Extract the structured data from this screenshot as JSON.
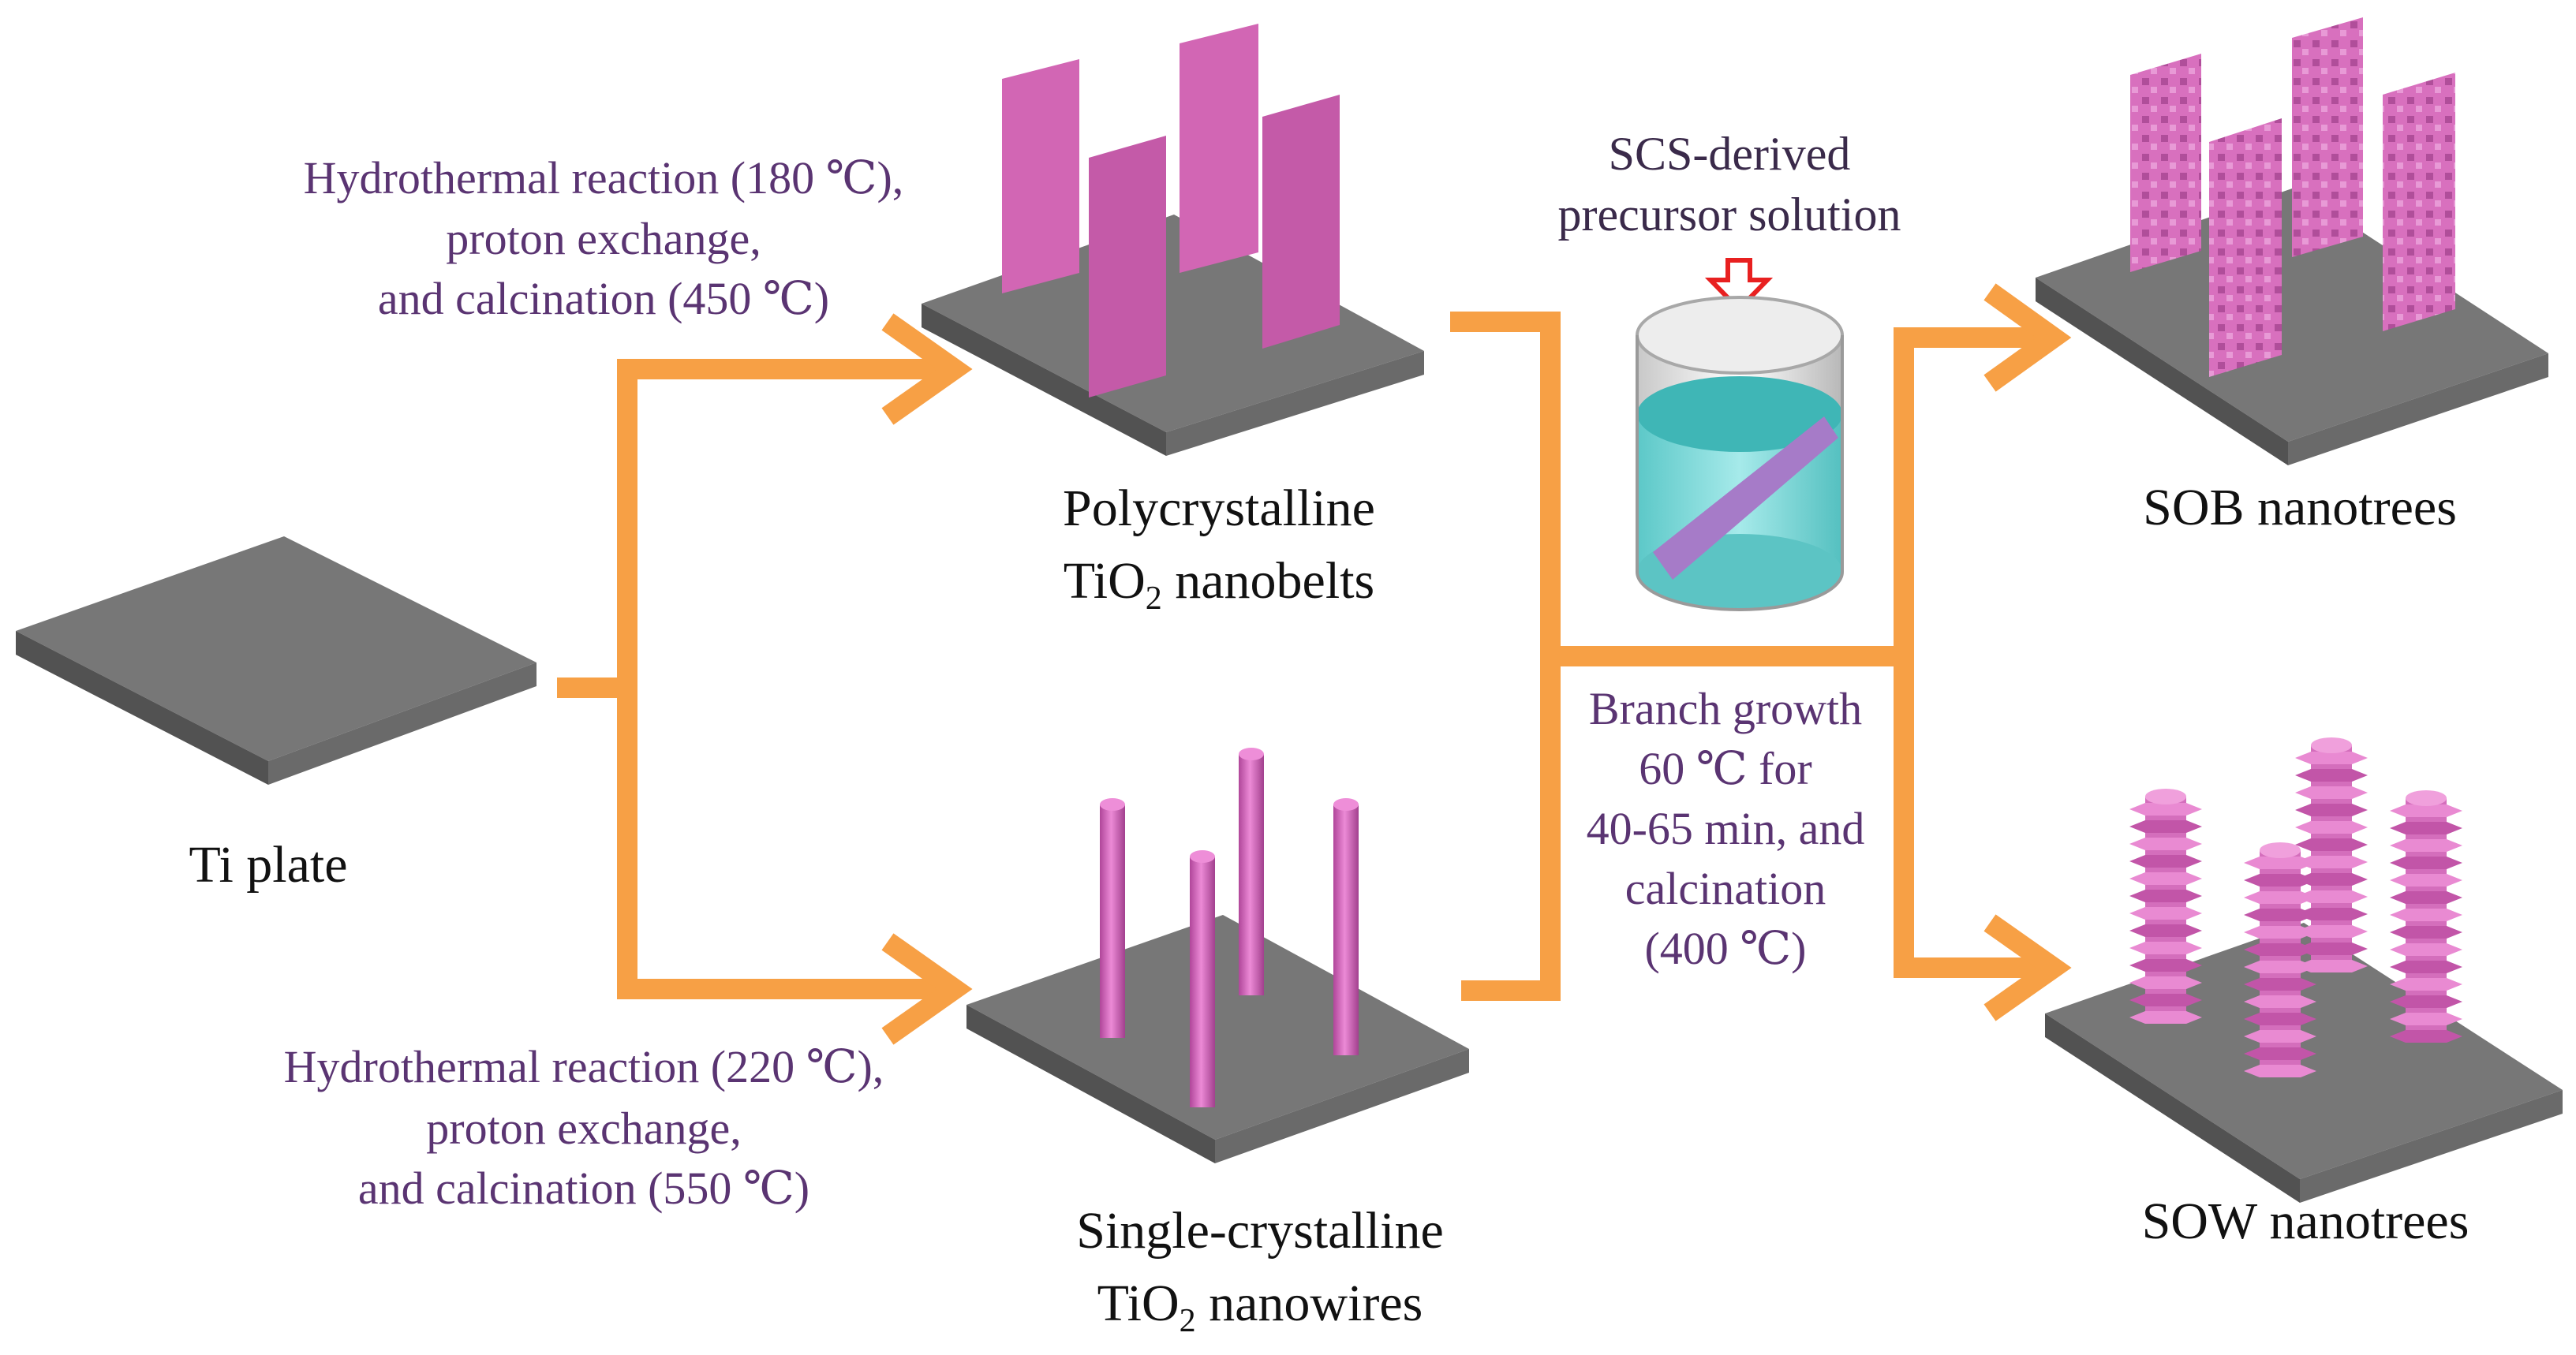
{
  "labels": {
    "ti_plate": "Ti plate",
    "nanobelts_line1": "Polycrystalline",
    "nanobelts_line2_pre": "TiO",
    "nanobelts_line2_sub": "2",
    "nanobelts_line2_post": " nanobelts",
    "nanowires_line1": "Single-crystalline",
    "nanowires_line2_pre": "TiO",
    "nanowires_line2_sub": "2",
    "nanowires_line2_post": " nanowires",
    "sob": "SOB nanotrees",
    "sow": "SOW nanotrees"
  },
  "conditions": {
    "top": [
      "Hydrothermal reaction (180 ℃),",
      "proton exchange,",
      "and calcination (450 ℃)"
    ],
    "bottom": [
      "Hydrothermal reaction (220 ℃),",
      "proton exchange,",
      "and calcination (550 ℃)"
    ],
    "branch": [
      "Branch growth",
      "60 ℃ for",
      "40-65 min, and",
      "calcination",
      "(400 ℃)"
    ]
  },
  "precursor": [
    "SCS-derived",
    "precursor solution"
  ],
  "colors": {
    "arrow": "#f7a045",
    "plate_top": "#777777",
    "plate_side": "#5a5a5a",
    "nanostructure": "#d266b4",
    "beaker_liquid": "#7ad6d6",
    "precursor_arrow": "#e82020"
  }
}
